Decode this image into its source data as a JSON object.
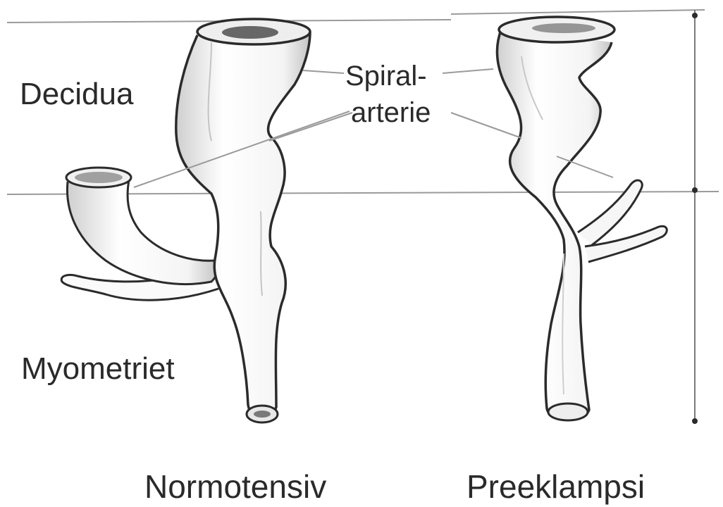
{
  "labels": {
    "decidua": "Decidua",
    "myometriet": "Myometriet",
    "spiral_line1": "Spiral-",
    "spiral_line2": "arterie",
    "normotensiv": "Normotensiv",
    "preeklampsi": "Preeklampsi"
  },
  "colors": {
    "line": "#9a9a9a",
    "outline": "#2b2b2b",
    "shade": "#bdbdbd",
    "text": "#2a2a2a"
  }
}
